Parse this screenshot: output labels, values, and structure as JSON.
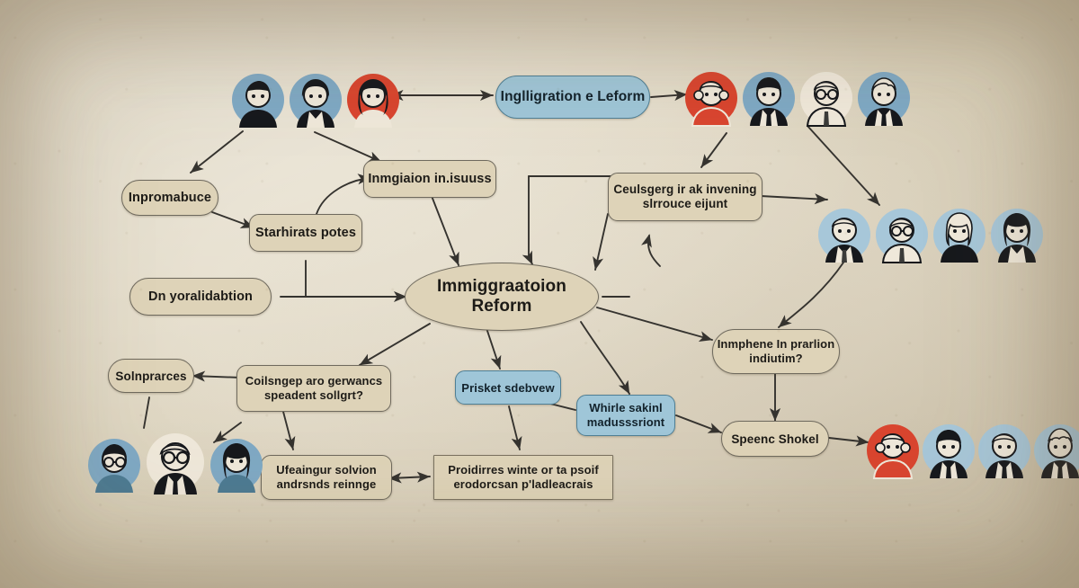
{
  "diagram": {
    "title": "Immiggraatoion Reform",
    "style": {
      "paper_bg": "#e4dcc9",
      "node_tan_fill": "#ded3b8",
      "node_tan_stroke": "#6f6a5e",
      "node_blue_fill": "#9fc6d8",
      "node_blue_stroke": "#4f7f95",
      "edge_color": "#3a3a38",
      "avatar_blue": "#7fa9c4",
      "avatar_red": "#d9452f",
      "avatar_cream": "#efe8da"
    },
    "nodes": [
      {
        "id": "top_banner",
        "label": "Inglligration e Leform",
        "shape": "pill",
        "color": "blue"
      },
      {
        "id": "imm_issues",
        "label": "Inmgiaion in.isuuss",
        "shape": "round",
        "color": "tan"
      },
      {
        "id": "inpromabuce",
        "label": "Inpromabuce",
        "shape": "pill",
        "color": "tan"
      },
      {
        "id": "starhirats",
        "label": "Starhirats potes",
        "shape": "round",
        "color": "tan"
      },
      {
        "id": "ceulsgerg",
        "label_line1": "Ceulsgerg ir ak invening",
        "label_line2": "slrrouce eijunt",
        "shape": "round",
        "color": "tan"
      },
      {
        "id": "dn_yoral",
        "label": "Dn yoralidabtion",
        "shape": "pill",
        "color": "tan"
      },
      {
        "id": "center",
        "label": "Immiggraatoion Reform",
        "shape": "ellipse",
        "color": "tan"
      },
      {
        "id": "inmphene",
        "label_line1": "Inmphene In prarlion",
        "label_line2": "indiutim?",
        "shape": "pill",
        "color": "tan"
      },
      {
        "id": "solnprarces",
        "label": "Solnprarces",
        "shape": "pill",
        "color": "tan"
      },
      {
        "id": "coilsngep",
        "label_line1": "Coilsngep aro gerwancs",
        "label_line2": "speadent sollgrt?",
        "shape": "round",
        "color": "tan"
      },
      {
        "id": "prisket",
        "label": "Prisket sdebvew",
        "shape": "round",
        "color": "blue"
      },
      {
        "id": "whirle",
        "label_line1": "Whirle sakinl",
        "label_line2": "madusssriont",
        "shape": "round",
        "color": "blue"
      },
      {
        "id": "speenc",
        "label": "Speenc Shokel",
        "shape": "pill",
        "color": "tan"
      },
      {
        "id": "ufeaingur",
        "label_line1": "Ufeaingur solvion",
        "label_line2": "andrsnds reinnge",
        "shape": "round",
        "color": "tan"
      },
      {
        "id": "proidirres",
        "label_line1": "Proidirres winte or ta psoif",
        "label_line2": "erodorcsan p'ladleacrais",
        "shape": "rect",
        "color": "tan"
      }
    ],
    "avatar_groups": [
      {
        "id": "group_top_left",
        "count": 3,
        "colors": [
          "#7fa9c4",
          "#7fa9c4",
          "#d9452f"
        ]
      },
      {
        "id": "group_top_right",
        "count": 4,
        "colors": [
          "#d9452f",
          "#7fa9c4",
          "#efe8da",
          "#7fa9c4"
        ]
      },
      {
        "id": "group_right_middle",
        "count": 4,
        "colors": [
          "#a7c7d9",
          "#a7c7d9",
          "#a7c7d9",
          "#a7c7d9"
        ]
      },
      {
        "id": "group_bottom_left",
        "count": 3,
        "colors": [
          "#7fa9c4",
          "#efe8da",
          "#7fa9c4"
        ]
      },
      {
        "id": "group_bottom_right",
        "count": 4,
        "colors": [
          "#d9452f",
          "#a7c7d9",
          "#a7c7d9",
          "#a7c7d9"
        ]
      }
    ],
    "edges": [
      {
        "from": "group_top_left",
        "to": "top_banner",
        "arrow": "both"
      },
      {
        "from": "top_banner",
        "to": "group_top_right",
        "arrow": "end"
      },
      {
        "from": "group_top_left",
        "to": "inpromabuce",
        "arrow": "end"
      },
      {
        "from": "group_top_left",
        "to": "imm_issues",
        "arrow": "end"
      },
      {
        "from": "inpromabuce",
        "to": "starhirats",
        "arrow": "end"
      },
      {
        "from": "starhirats",
        "to": "imm_issues",
        "arrow": "end"
      },
      {
        "from": "imm_issues",
        "to": "center",
        "arrow": "end"
      },
      {
        "from": "ceulsgerg",
        "to": "center",
        "arrow": "end"
      },
      {
        "from": "group_top_right",
        "to": "ceulsgerg",
        "arrow": "end"
      },
      {
        "from": "group_top_right",
        "to": "group_right_middle",
        "arrow": "end"
      },
      {
        "from": "ceulsgerg",
        "to": "group_right_middle",
        "arrow": "end"
      },
      {
        "from": "center",
        "to": "inmphene",
        "arrow": "end"
      },
      {
        "from": "inmphene",
        "to": "speenc",
        "arrow": "end"
      },
      {
        "from": "speenc",
        "to": "group_bottom_right",
        "arrow": "end"
      },
      {
        "from": "whirle",
        "to": "speenc",
        "arrow": "end"
      },
      {
        "from": "center",
        "to": "whirle",
        "arrow": "end"
      },
      {
        "from": "center",
        "to": "coilsngep",
        "arrow": "end"
      },
      {
        "from": "center",
        "to": "prisket",
        "arrow": "end"
      },
      {
        "from": "prisket",
        "to": "proidirres",
        "arrow": "end"
      },
      {
        "from": "coilsngep",
        "to": "solnprarces",
        "arrow": "end"
      },
      {
        "from": "coilsngep",
        "to": "ufeaingur",
        "arrow": "end"
      },
      {
        "from": "ufeaingur",
        "to": "proidirres",
        "arrow": "both"
      },
      {
        "from": "ufeaingur",
        "to": "group_bottom_left",
        "arrow": "end"
      },
      {
        "from": "dn_yoral",
        "to": "center",
        "arrow": "end"
      },
      {
        "from": "starhirats",
        "to": "center",
        "arrow": "end"
      }
    ]
  }
}
